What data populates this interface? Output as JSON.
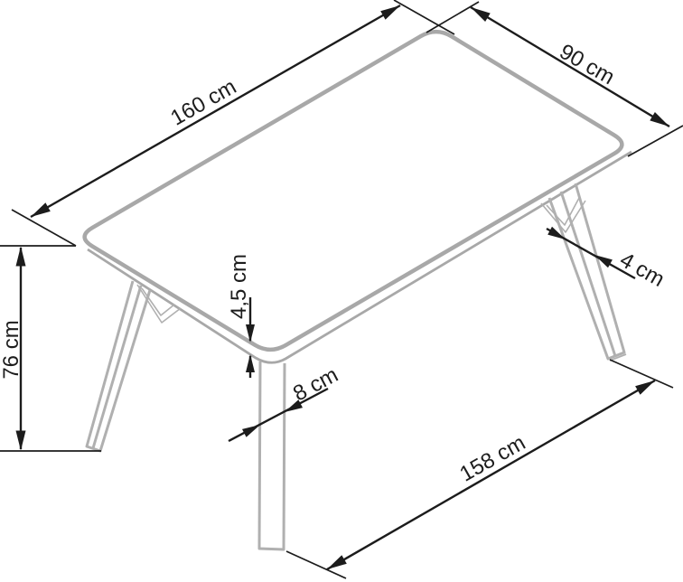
{
  "diagram": {
    "subject": "dining-table-dimension-drawing",
    "unit": "cm",
    "background": "#ffffff",
    "colors": {
      "table_outline": "#a8a8a8",
      "leg_outline": "#b0b0b0",
      "dimension_lines": "#1c1c1c",
      "label_text": "#1d1d1d"
    },
    "dimensions": {
      "tabletop_length": {
        "label": "160 cm",
        "value": 160
      },
      "tabletop_depth": {
        "label": "90 cm",
        "value": 90
      },
      "table_height": {
        "label": "76 cm",
        "value": 76
      },
      "tabletop_thickness": {
        "label": "4,5 cm",
        "value": 4.5
      },
      "leg_thickness": {
        "label": "4 cm",
        "value": 4
      },
      "leg_width": {
        "label": "8 cm",
        "value": 8
      },
      "base_span": {
        "label": "158 cm",
        "value": 158
      }
    }
  }
}
